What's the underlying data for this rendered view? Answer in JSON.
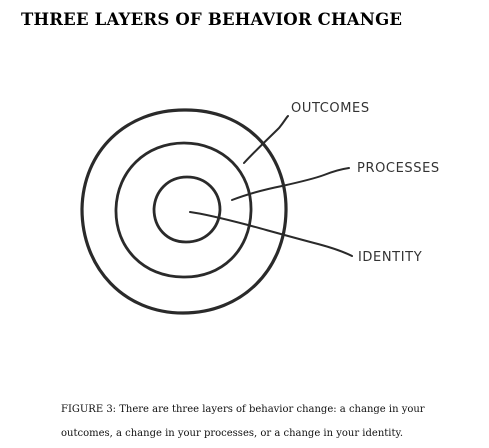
{
  "title": "THREE LAYERS OF BEHAVIOR CHANGE",
  "layers": {
    "outer": "OUTCOMES",
    "middle": "PROCESSES",
    "inner": "IDENTITY"
  },
  "caption": {
    "line1": "FIGURE 3: There are three layers of behavior change: a change in your",
    "line2": "outcomes, a change in your processes, or a change in your identity."
  },
  "colors": {
    "ink": "#2a2a2a",
    "background": "#ffffff"
  }
}
